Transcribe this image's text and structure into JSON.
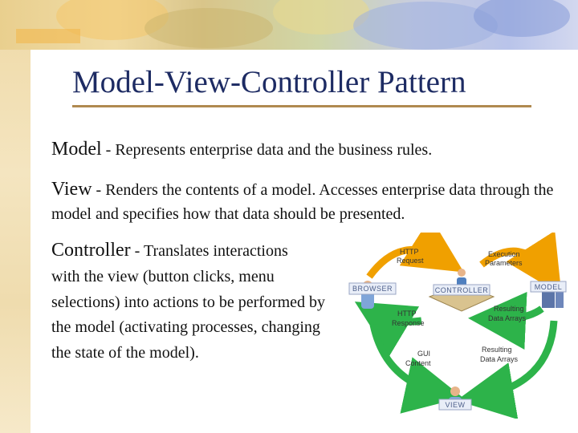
{
  "slide": {
    "title": "Model-View-Controller Pattern",
    "model_term": "Model",
    "model_desc": " - Represents enterprise data and the business rules.",
    "view_term": "View",
    "view_desc": " - Renders the contents of a model. Accesses enterprise data through the model and specifies how that data should be presented.",
    "controller_term": "Controller",
    "controller_desc_head": " - Translates interactions",
    "controller_desc_body": "with the view (button clicks, menu selections) into actions to be performed by the model (activating processes, changing the state of the model)."
  },
  "diagram": {
    "browser": "BROWSER",
    "controller": "CONTROLLER",
    "model": "MODEL",
    "view": "VIEW",
    "http_request_1": "HTTP",
    "http_request_2": "Request",
    "execution_params_1": "Execution",
    "execution_params_2": "Parameters",
    "http_response_1": "HTTP",
    "http_response_2": "Response",
    "resulting_data_1_1": "Resulting",
    "resulting_data_1_2": "Data Arrays",
    "gui_content_1": "GUI",
    "gui_content_2": "Content",
    "resulting_data_2_1": "Resulting",
    "resulting_data_2_2": "Data Arrays",
    "colors": {
      "orange_arrow": "#f0a000",
      "green_arrow": "#2db34a",
      "title": "#1d2b63",
      "rule": "#b08a50"
    }
  }
}
